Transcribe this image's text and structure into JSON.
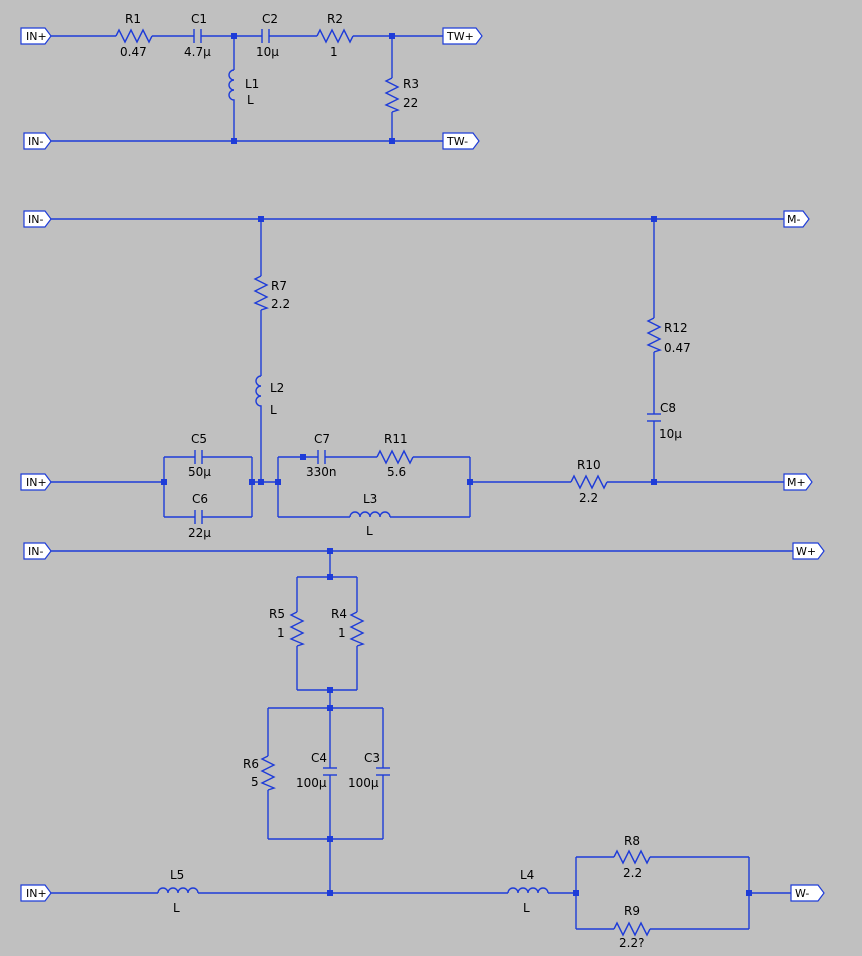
{
  "ports": {
    "p1": "IN+",
    "p2": "TW+",
    "p3": "IN-",
    "p4": "TW-",
    "p5": "IN-",
    "p6": "M-",
    "p7": "IN+",
    "p8": "M+",
    "p9": "IN-",
    "p10": "W+",
    "p11": "IN+",
    "p12": "W-"
  },
  "components": {
    "R1": {
      "ref": "R1",
      "value": "0.47"
    },
    "C1": {
      "ref": "C1",
      "value": "4.7μ"
    },
    "C2": {
      "ref": "C2",
      "value": "10μ"
    },
    "R2": {
      "ref": "R2",
      "value": "1"
    },
    "L1": {
      "ref": "L1",
      "value": "L"
    },
    "R3": {
      "ref": "R3",
      "value": "22"
    },
    "R7": {
      "ref": "R7",
      "value": "2.2"
    },
    "L2": {
      "ref": "L2",
      "value": "L"
    },
    "R12": {
      "ref": "R12",
      "value": "0.47"
    },
    "C8": {
      "ref": "C8",
      "value": "10μ"
    },
    "C5": {
      "ref": "C5",
      "value": "50μ"
    },
    "C6": {
      "ref": "C6",
      "value": "22μ"
    },
    "C7": {
      "ref": "C7",
      "value": "330n"
    },
    "R11": {
      "ref": "R11",
      "value": "5.6"
    },
    "L3": {
      "ref": "L3",
      "value": "L"
    },
    "R10": {
      "ref": "R10",
      "value": "2.2"
    },
    "R5": {
      "ref": "R5",
      "value": "1"
    },
    "R4": {
      "ref": "R4",
      "value": "1"
    },
    "R6": {
      "ref": "R6",
      "value": "5"
    },
    "C4": {
      "ref": "C4",
      "value": "100μ"
    },
    "C3": {
      "ref": "C3",
      "value": "100μ"
    },
    "L5": {
      "ref": "L5",
      "value": "L"
    },
    "L4": {
      "ref": "L4",
      "value": "L"
    },
    "R8": {
      "ref": "R8",
      "value": "2.2"
    },
    "R9": {
      "ref": "R9",
      "value": "2.2?"
    }
  },
  "colors": {
    "wire": "#1e3cd8",
    "background": "#c0c0c0",
    "text": "#000000"
  }
}
